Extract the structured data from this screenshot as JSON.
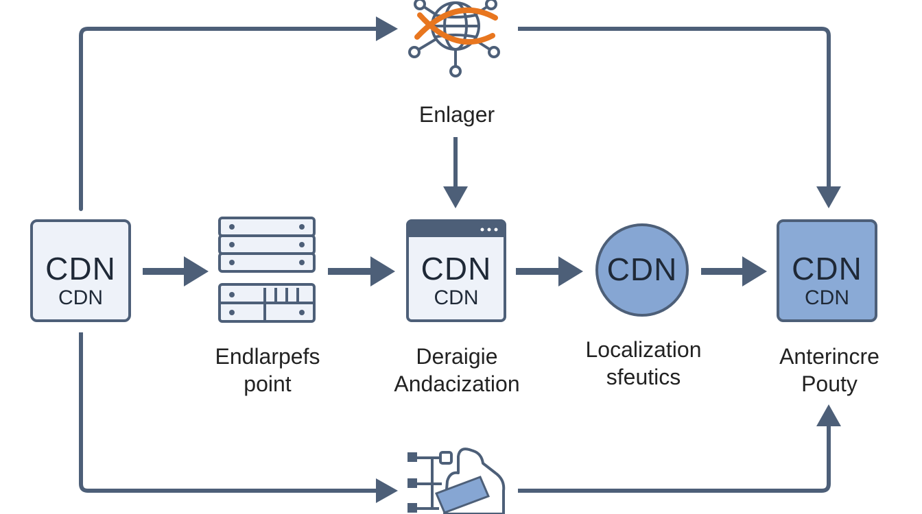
{
  "colors": {
    "line": "#4d5f78",
    "box_fill_light": "#eef2f9",
    "box_fill_blue": "#8aaad6",
    "circle_fill": "#86a6d3",
    "accent_orange": "#e8761f"
  },
  "nodes": {
    "cdn_source": {
      "main": "CDN",
      "sub": "CDN"
    },
    "endpoints": {
      "line1": "Endlarpefs",
      "line2": "point",
      "icon": "server-rack-icon"
    },
    "deraigie": {
      "main": "CDN",
      "sub": "CDN",
      "line1": "Deraigie",
      "line2": "Andacization",
      "icon": "browser-window-icon"
    },
    "localization": {
      "main": "CDN",
      "line1": "Localization",
      "line2": "sfeutics"
    },
    "anterincre": {
      "main": "CDN",
      "sub": "CDN",
      "line1": "Anterincre",
      "line2": "Pouty"
    },
    "enlager": {
      "label": "Enlager",
      "icon": "globe-network-icon"
    },
    "bottom_hub": {
      "icon": "hand-network-icon"
    }
  }
}
